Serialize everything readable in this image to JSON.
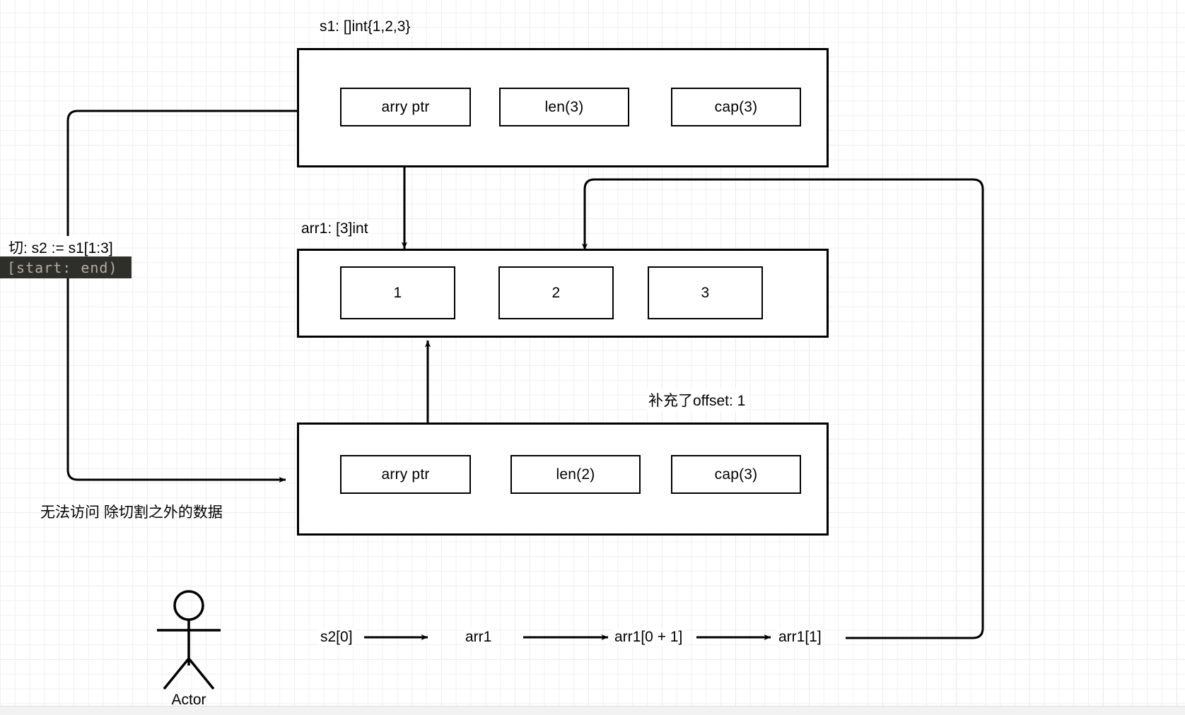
{
  "diagram": {
    "title_s1": "s1: []int{1,2,3}",
    "title_arr1": "arr1: [3]int",
    "note_offset": "补充了offset: 1",
    "note_slice_expr": "切:  s2 := s1[1:3]",
    "note_range_chip": "[start: end)",
    "note_no_access": "无法访问 除切割之外的数据"
  },
  "s1_struct": {
    "name": "s1",
    "fields": [
      {
        "label": "arry ptr"
      },
      {
        "label": "len(3)"
      },
      {
        "label": "cap(3)"
      }
    ]
  },
  "arr1_array": {
    "name": "arr1",
    "elements": [
      {
        "label": "1"
      },
      {
        "label": "2"
      },
      {
        "label": "3"
      }
    ]
  },
  "s2_struct": {
    "name": "s2",
    "fields": [
      {
        "label": "arry ptr"
      },
      {
        "label": "len(2)"
      },
      {
        "label": "cap(3)"
      }
    ]
  },
  "chain": {
    "steps": [
      {
        "label": "s2[0]"
      },
      {
        "label": "arr1"
      },
      {
        "label": "arr1[0 + 1]"
      },
      {
        "label": "arr1[1]"
      }
    ]
  },
  "actor": {
    "label": "Actor",
    "icon": "stick-figure-icon"
  },
  "colors": {
    "stroke": "#000000",
    "canvas": "#ffffff",
    "grid_minor": "#f0f0f0",
    "grid_major": "#d9d9d9",
    "chip_bg": "#2e2e2b",
    "chip_fg": "#b3ae9e"
  }
}
